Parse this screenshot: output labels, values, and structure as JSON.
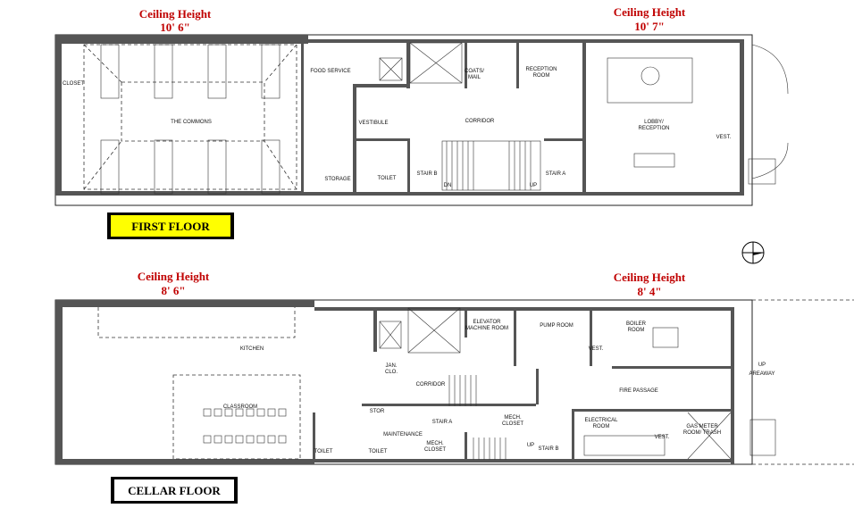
{
  "first_floor": {
    "title": "FIRST FLOOR",
    "ceiling_left": {
      "label": "Ceiling Height",
      "value": "10' 6\""
    },
    "ceiling_right": {
      "label": "Ceiling Height",
      "value": "10' 7\""
    },
    "rooms": {
      "closet": "CLOSET",
      "commons": "THE COMMONS",
      "food_service": "FOOD SERVICE",
      "vestibule": "VESTIBULE",
      "corridor": "CORRIDOR",
      "coats_1": "COATS/",
      "coats_2": "MAIL",
      "reception_1": "RECEPTION",
      "reception_2": "ROOM",
      "lobby_1": "LOBBY/",
      "lobby_2": "RECEPTION",
      "vest": "VEST.",
      "storage": "STORAGE",
      "toilet": "TOILET",
      "stair_b": "STAIR B",
      "stair_a": "STAIR A",
      "dn": "DN",
      "up": "UP"
    }
  },
  "cellar_floor": {
    "title": "CELLAR FLOOR",
    "ceiling_left": {
      "label": "Ceiling Height",
      "value": "8' 6\""
    },
    "ceiling_right": {
      "label": "Ceiling Height",
      "value": "8' 4\""
    },
    "rooms": {
      "kitchen": "KITCHEN",
      "classroom": "CLASSROOM",
      "jan_1": "JAN.",
      "jan_2": "CLO.",
      "corridor": "CORRIDOR",
      "elev_1": "ELEVATOR",
      "elev_2": "MACHINE ROOM",
      "pump": "PUMP ROOM",
      "boiler_1": "BOILER",
      "boiler_2": "ROOM",
      "vest_1": "VEST.",
      "fire_passage": "FIRE PASSAGE",
      "up": "UP",
      "areaway": "AREAWAY",
      "stor": "STOR",
      "stair_a": "STAIR A",
      "mech1_1": "MECH.",
      "mech1_2": "CLOSET",
      "maintenance": "MAINTENANCE",
      "mech2_1": "MECH.",
      "mech2_2": "CLOSET",
      "toilet_1": "TOILET",
      "toilet_2": "TOILET",
      "stair_b": "STAIR B",
      "up_b": "UP",
      "electrical_1": "ELECTRICAL",
      "electrical_2": "ROOM",
      "vest_2": "VEST.",
      "gas_1": "GAS METER",
      "gas_2": "ROOM/ TRASH"
    }
  },
  "colors": {
    "ceiling_text": "#c00000",
    "first_floor_badge": "#ffff00",
    "cellar_badge": "#ffffff"
  },
  "icons": [
    "north-arrow-icon"
  ]
}
